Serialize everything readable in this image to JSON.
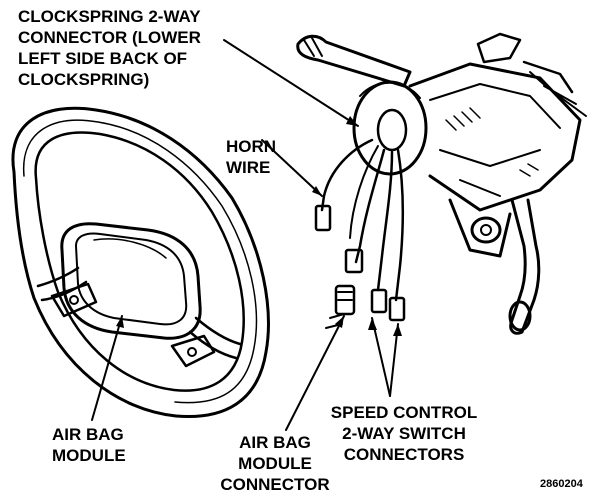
{
  "labels": {
    "clockspring": {
      "lines": [
        "CLOCKSPRING 2-WAY",
        "CONNECTOR (LOWER",
        "LEFT SIDE BACK OF",
        "CLOCKSPRING)"
      ]
    },
    "horn_wire": {
      "lines": [
        "HORN",
        "WIRE"
      ]
    },
    "air_bag_module": {
      "lines": [
        "AIR BAG",
        "MODULE"
      ]
    },
    "air_bag_module_connector": {
      "lines": [
        "AIR BAG",
        "MODULE",
        "CONNECTOR"
      ]
    },
    "speed_control": {
      "lines": [
        "SPEED CONTROL",
        "2-WAY SWITCH",
        "CONNECTORS"
      ]
    },
    "figure_number": "2860204"
  }
}
